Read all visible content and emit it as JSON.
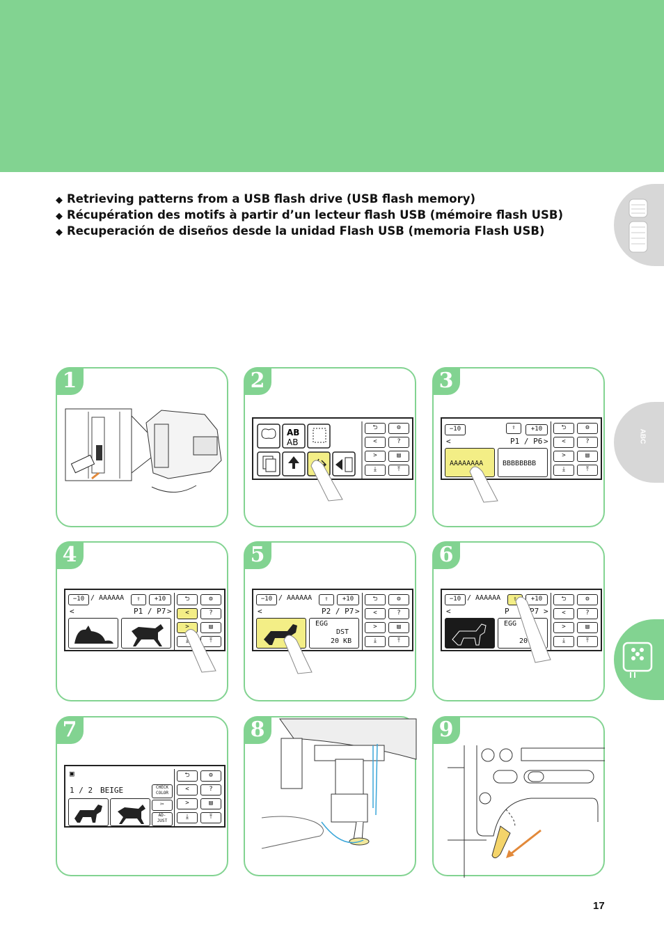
{
  "headings": [
    "Retrieving patterns from a USB flash drive (USB flash memory)",
    "Récupération des motifs à partir d’un lecteur flash USB (mémoire flash USB)",
    "Recuperación de diseños desde la unidad Flash USB (memoria Flash USB)"
  ],
  "bullet": "◆",
  "steps": [
    "1",
    "2",
    "3",
    "4",
    "5",
    "6",
    "7",
    "8",
    "9"
  ],
  "side_tab_label": "ABC",
  "screens": {
    "s3": {
      "minus": "−10",
      "plus": "+10",
      "page": "P1 / P6",
      "prev": "<",
      "next": ">",
      "folder1": "AAAAAAAA",
      "folder2": "BBBBBBBB"
    },
    "s4": {
      "minus": "−10",
      "plus": "+10",
      "folder": "/ AAAAAA",
      "page": "P1 / P7",
      "prev": "<",
      "next": ">"
    },
    "s5": {
      "minus": "−10",
      "plus": "+10",
      "folder": "/ AAAAAA",
      "page": "P2 / P7",
      "prev": "<",
      "next": ">",
      "name": "EGG",
      "type": "DST",
      "size": "20 KB"
    },
    "s6": {
      "minus": "−10",
      "plus": "+10",
      "folder": "/ AAAAAA",
      "page": "P",
      "page2": "P7",
      "prev": "<",
      "next": ">",
      "name": "EGG",
      "size": "20"
    },
    "s7": {
      "count": "1 / 2",
      "color": "BEIGE",
      "check_color": "CHECK COLOR",
      "adjust": "AD- JUST"
    }
  },
  "page_number": "17"
}
